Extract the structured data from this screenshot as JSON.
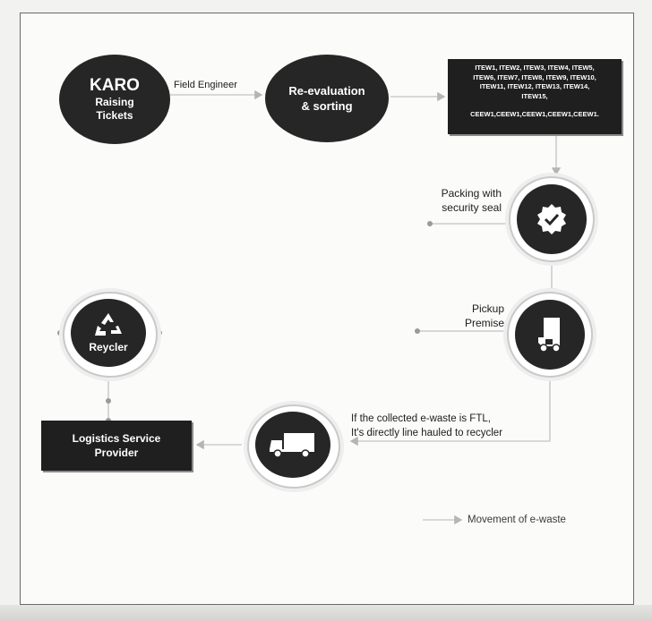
{
  "nodes": {
    "karo": {
      "title": "KARO",
      "line2": "Raising",
      "line3": "Tickets"
    },
    "reevaluation": {
      "line1": "Re-evaluation",
      "line2": "& sorting"
    },
    "packing": {
      "line1": "Packing with",
      "line2": "security seal"
    },
    "pickup": {
      "line1": "Pickup",
      "line2": "Premise"
    },
    "recycler": {
      "label": "Reycler"
    },
    "logistics": {
      "line1": "Logistics Service",
      "line2": "Provider"
    }
  },
  "edges": {
    "field_engineer": "Field Engineer",
    "ftl_note_line1": "If the collected e-waste is FTL,",
    "ftl_note_line2": "It's directly line hauled to recycler"
  },
  "items_box": {
    "line1": "ITEW1, ITEW2, ITEW3, ITEW4, ITEW5,",
    "line2": "ITEW6, ITEW7, ITEW8, ITEW9, ITEW10,",
    "line3": "ITEW11, ITEW12, ITEW13, ITEW14,",
    "line4": "ITEW15,",
    "line5": "CEEW1,CEEW1,CEEW1,CEEW1,CEEW1."
  },
  "legend": {
    "label": "Movement of e-waste"
  },
  "icons": {
    "packing": "badge-check-icon",
    "pickup": "truck-icon",
    "recycler": "recycle-icon",
    "logistics": "delivery-truck-icon",
    "legend_arrow": "arrow-right-icon"
  },
  "colors": {
    "node_dark": "#262626",
    "connector": "#bdbdbd",
    "text": "#1c1c1c"
  }
}
